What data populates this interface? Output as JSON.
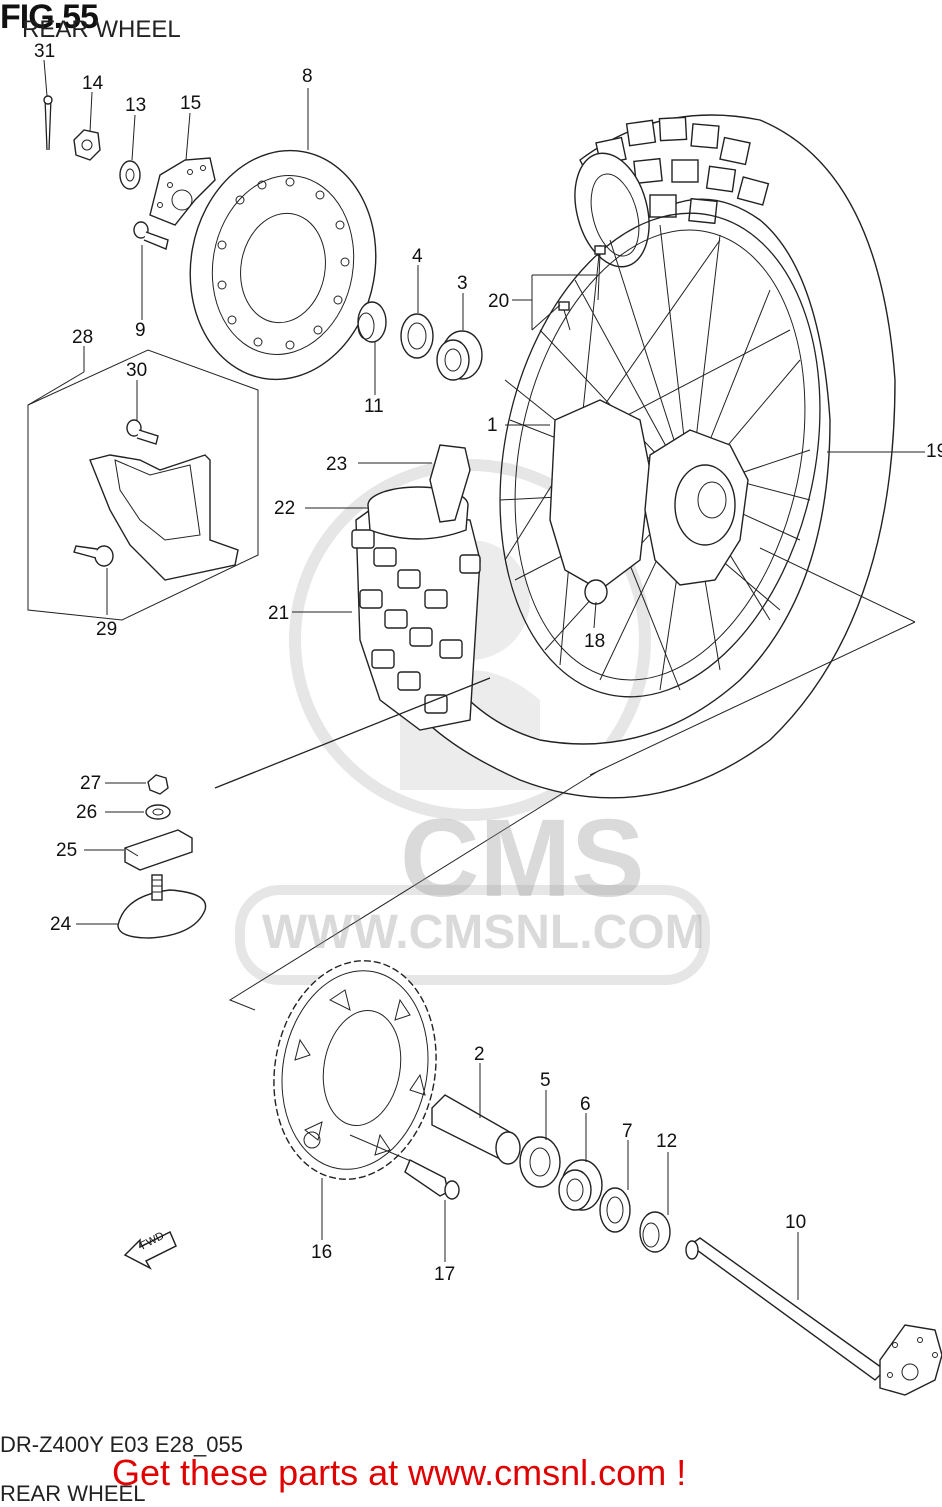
{
  "figure": {
    "number": "FIG.55",
    "title": "REAR WHEEL"
  },
  "callouts": {
    "c1": "1",
    "c2": "2",
    "c3": "3",
    "c4": "4",
    "c5": "5",
    "c6": "6",
    "c7": "7",
    "c8": "8",
    "c9": "9",
    "c10": "10",
    "c11": "11",
    "c12": "12",
    "c13": "13",
    "c14": "14",
    "c15": "15",
    "c16": "16",
    "c17": "17",
    "c18": "18",
    "c19": "19",
    "c20": "20",
    "c21": "21",
    "c22": "22",
    "c23": "23",
    "c24": "24",
    "c25": "25",
    "c26": "26",
    "c27": "27",
    "c28": "28",
    "c29": "29",
    "c30": "30",
    "c31": "31"
  },
  "watermark": {
    "brand": "CMS",
    "url": "WWW.CMSNL.COM"
  },
  "footer": {
    "model_code": "DR-Z400Y E03 E28_055",
    "section": "REAR WHEEL",
    "cta": "Get these parts at www.cmsnl.com !"
  },
  "fwd_label": "FWD",
  "colors": {
    "line": "#222222",
    "cta": "#e00000",
    "watermark": "#bdbdbd"
  }
}
